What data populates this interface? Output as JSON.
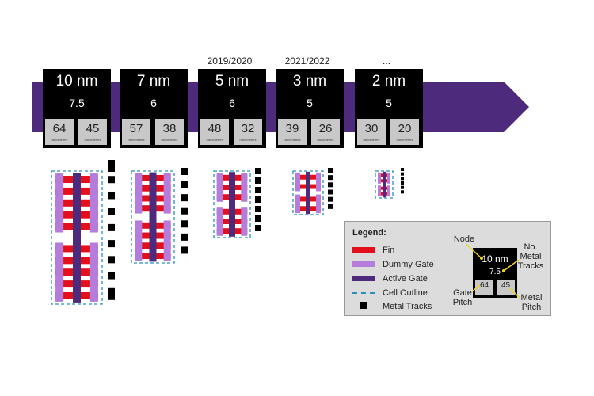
{
  "colors": {
    "arrow": "#4e2a7c",
    "fin": "#e3101c",
    "dummy_gate": "#b57cdc",
    "active_gate": "#4e2a7c",
    "cell_outline": "#2a8fbf",
    "metal_track": "#000000",
    "annotation_line": "#f2d21a"
  },
  "years": [
    {
      "label": "2019/2020"
    },
    {
      "label": "2021/2022"
    },
    {
      "label": "..."
    }
  ],
  "nodes": [
    {
      "name": "10 nm",
      "tracks": "7.5",
      "gate_pitch": "64",
      "metal_pitch": "45",
      "unit": "nanometers"
    },
    {
      "name": "7 nm",
      "tracks": "6",
      "gate_pitch": "57",
      "metal_pitch": "38",
      "unit": "nanometers"
    },
    {
      "name": "5 nm",
      "tracks": "6",
      "gate_pitch": "48",
      "metal_pitch": "32",
      "unit": "nanometers"
    },
    {
      "name": "3 nm",
      "tracks": "5",
      "gate_pitch": "39",
      "metal_pitch": "26",
      "unit": "nanometers"
    },
    {
      "name": "2 nm",
      "tracks": "5",
      "gate_pitch": "30",
      "metal_pitch": "20",
      "unit": "nanometers"
    }
  ],
  "legend": {
    "title": "Legend:",
    "items": [
      {
        "icon": "fin-swatch",
        "label": "Fin"
      },
      {
        "icon": "dummy-gate-swatch",
        "label": "Dummy Gate"
      },
      {
        "icon": "active-gate-swatch",
        "label": "Active Gate"
      },
      {
        "icon": "cell-outline-swatch",
        "label": "Cell Outline"
      },
      {
        "icon": "metal-track-swatch",
        "label": "Metal Tracks"
      }
    ],
    "example": {
      "name": "10 nm",
      "tracks": "7.5",
      "gate_pitch": "64",
      "metal_pitch": "45",
      "label_node": "Node",
      "label_tracks": "No.\nMetal\nTracks",
      "label_gate_pitch": "Gate\nPitch",
      "label_metal_pitch": "Metal\nPitch"
    }
  }
}
